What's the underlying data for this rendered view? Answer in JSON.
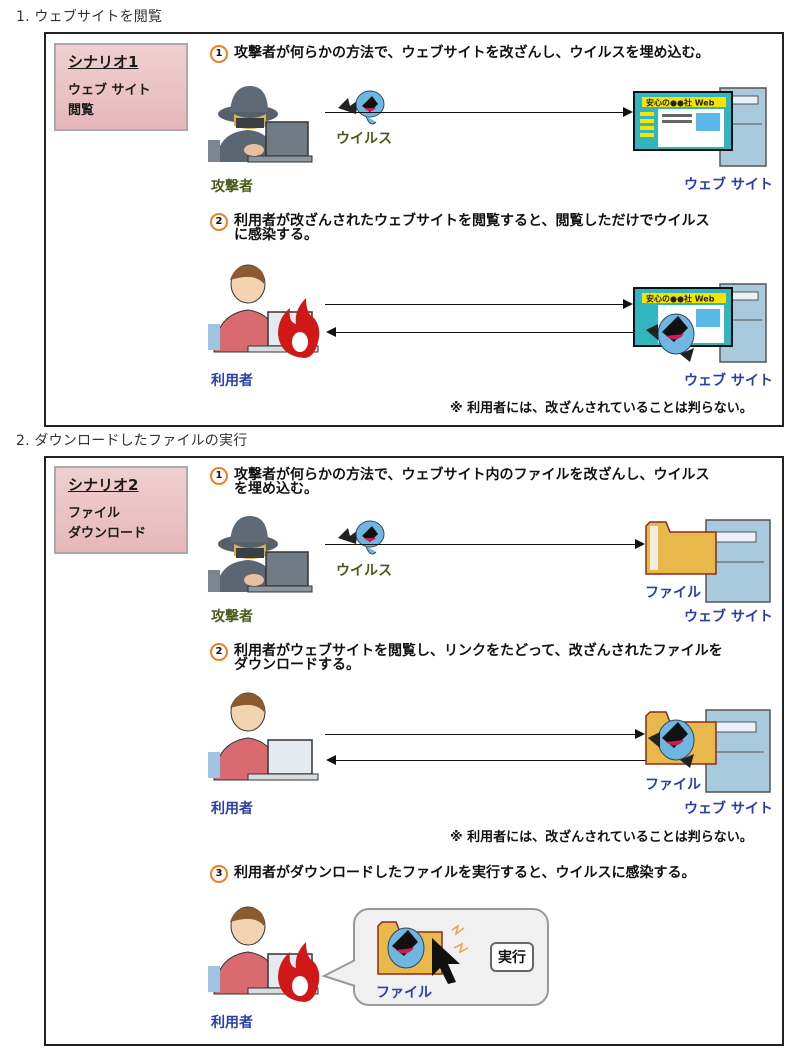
{
  "sections": [
    {
      "heading": "1. ウェブサイトを閲覧",
      "scenario": {
        "title": "シナリオ1",
        "subtitle_lines": [
          "ウェブ サイト",
          "閲覧"
        ]
      },
      "steps": [
        {
          "number": "1",
          "text": "攻撃者が何らかの方法で、ウェブサイトを改ざんし、ウイルスを埋め込む。"
        },
        {
          "number": "2",
          "text_lines": [
            "利用者が改ざんされたウェブサイトを閲覧すると、閲覧しただけでウイルス",
            "に感染する。"
          ]
        }
      ],
      "labels": {
        "attacker": "攻撃者",
        "virus": "ウイルス",
        "website": "ウェブ サイト",
        "user": "利用者",
        "site_banner": "安心の●●社 Web"
      },
      "note": "※ 利用者には、改ざんされていることは判らない。"
    },
    {
      "heading": "2. ダウンロードしたファイルの実行",
      "scenario": {
        "title": "シナリオ2",
        "subtitle_lines": [
          "ファイル",
          "ダウンロード"
        ]
      },
      "steps": [
        {
          "number": "1",
          "text_lines": [
            "攻撃者が何らかの方法で、ウェブサイト内のファイルを改ざんし、ウイルス",
            "を埋め込む。"
          ]
        },
        {
          "number": "2",
          "text_lines": [
            "利用者がウェブサイトを閲覧し、リンクをたどって、改ざんされたファイルを",
            "ダウンロードする。"
          ]
        },
        {
          "number": "3",
          "text": "利用者がダウンロードしたファイルを実行すると、ウイルスに感染する。"
        }
      ],
      "labels": {
        "attacker": "攻撃者",
        "virus": "ウイルス",
        "file": "ファイル",
        "website": "ウェブ サイト",
        "user": "利用者",
        "execute": "実行"
      },
      "note": "※ 利用者には、改ざんされていることは判らない。"
    }
  ],
  "colors": {
    "scenario_bg": "#e8c0c2",
    "step_circle": "#f07d1e",
    "label_green": "#4a5a1a",
    "label_blue": "#2b3fa6",
    "flame": "#d01818",
    "virus_body": "#6fb6e0",
    "server": "#a9c9dc",
    "folder": "#e8b84a"
  }
}
